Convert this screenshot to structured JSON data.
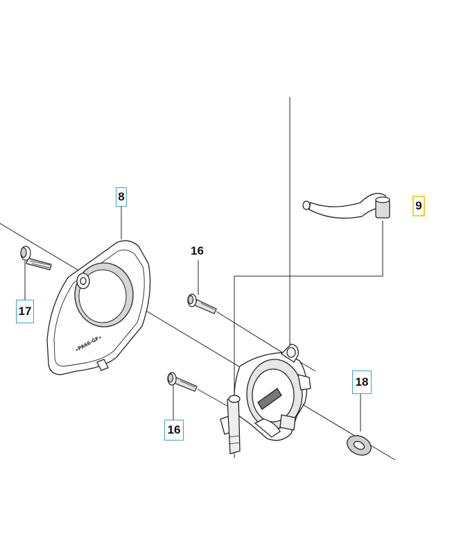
{
  "callouts": {
    "c8": "8",
    "c9": "9",
    "c16_top": "16",
    "c16_bottom": "16",
    "c17": "17",
    "c18": "18"
  },
  "stamp_text": "»PA66-GF«",
  "colors": {
    "line": "#222222",
    "highlight_blue": "#3aa0c8",
    "highlight_yellow": "#f2d21b",
    "part_shade": "#cccccc"
  }
}
